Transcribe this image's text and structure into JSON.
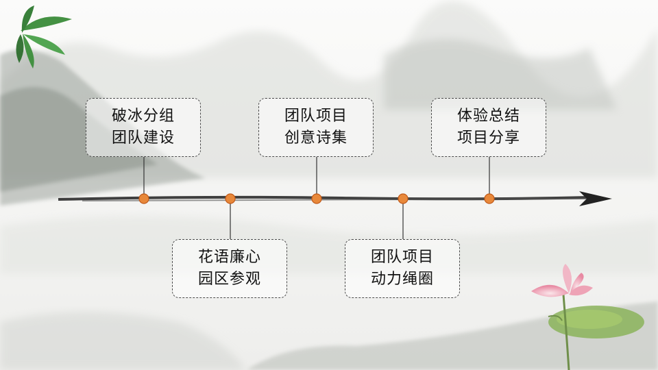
{
  "stages": [
    {
      "line1": "破冰分组",
      "line2": "团队建设",
      "position": "above"
    },
    {
      "line1": "花语廉心",
      "line2": "园区参观",
      "position": "below"
    },
    {
      "line1": "团队项目",
      "line2": "创意诗集",
      "position": "above"
    },
    {
      "line1": "团队项目",
      "line2": "动力绳圈",
      "position": "below"
    },
    {
      "line1": "体验总结",
      "line2": "项目分享",
      "position": "above"
    }
  ],
  "colors": {
    "dot": "#e8883a",
    "dot_stroke": "#c05a1a",
    "line": "#2b2b2b",
    "box_border": "#4a4a4a"
  }
}
